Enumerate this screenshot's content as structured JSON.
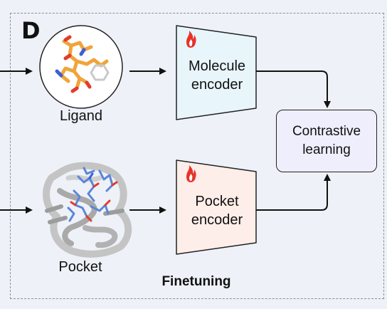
{
  "panel": {
    "letter": "D"
  },
  "ligand": {
    "label": "Ligand"
  },
  "pocket": {
    "label": "Pocket"
  },
  "molecule_encoder": {
    "line1": "Molecule",
    "line2": "encoder"
  },
  "pocket_encoder": {
    "line1": "Pocket",
    "line2": "encoder"
  },
  "contrastive": {
    "line1": "Contrastive",
    "line2": "learning"
  },
  "footer": {
    "label": "Finetuning"
  },
  "colors": {
    "molecule_encoder_fill": "#e8f5fb",
    "pocket_encoder_fill": "#fdeee9",
    "contrastive_fill": "#efeefc",
    "flame": "#e8332a",
    "ligand_carbon": "#f0a43a",
    "protein_ribbon": "#b7b7b7",
    "binding_residues": "#5a86d8"
  }
}
